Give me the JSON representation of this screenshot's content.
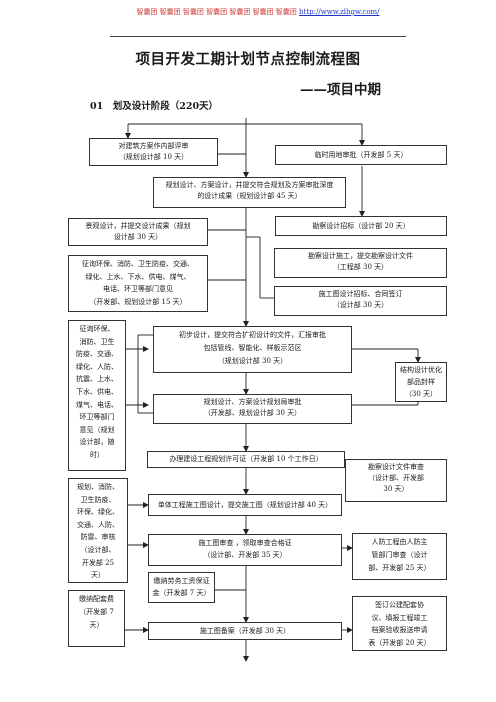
{
  "header": {
    "text": "智囊团 智囊团 智囊团 智囊团 智囊团 智囊团 智囊团",
    "url": "http://www.zlhgw.com/"
  },
  "title": "项目开发工期计划节点控制流程图",
  "subtitle": "——项目中期",
  "section": "01　划及设计阶段（220天）",
  "boxes": {
    "b1": "对建筑方案作内部评审\n（规划设计部 10 天）",
    "b2": "临时用地审批（开发部 5 天）",
    "b3": "规划设计、方案设计，并提交符合规划及方案审批深度\n的设计成果（规划设计部 45 天）",
    "b4": "景观设计，并提交设计成果（规划\n设计部 30 天）",
    "b5": "勘察设计招标（设计部 20 天）",
    "b6": "征询环保、消防、卫生防疫、交通、\n绿化、上水、下水、供电、煤气、\n电话、环卫等部门意见\n（开发部、规划设计部 15 天）",
    "b7": "勘察设计施工，提交勘察设计文件\n（工程部 30 天）",
    "b8": "施工图设计招标、合同签订\n（设计部 30 天）",
    "b9": "征询环保、\n消防、卫生\n防疫、交通、\n绿化、人防、\n抗震、上水、\n下水、供电、\n煤气、电话、\n环卫等部门\n意见（规划\n设计部，随\n时）",
    "b10": "初步设计，提交符合扩初设计的文件，汇报审批\n包括管线、智能化、样板示范区\n（规划设计部 30 天）",
    "b11": "结构设计优化\n部品封样\n（30 天）",
    "b12": "规划设计、方案设计规划局审批\n（开发部、规划设计部 30 天）",
    "b13": "办理建设工程规划许可证（开发部 10 个工作日）",
    "b14": "勘察设计文件审查\n（设计部、开发部\n30 天）",
    "b15": "规划、消防、\n卫生防疫、\n环保、绿化、\n交通、人防、\n防雷、审核\n（设计部、\n开发部 25\n天）",
    "b16": "单体工程施工图设计，提交施工图（规划设计部 40 天）",
    "b17": "施工图审查 ，领取审查合格证\n（设计部、开发部 35 天）",
    "b18": "人防工程由人防主\n管部门审查（设计\n部、开发部 25 天）",
    "b19": "缴纳劳务工资保证\n金（开发部 7 天）",
    "b20": "缴纳配套费\n（开发部 7\n天）",
    "b21": "施工图备案（开发部 30 天）",
    "b22": "签订公建配套协\n议、填报工程竣工\n档案验收报送申请\n表（开发部 20 天）"
  }
}
